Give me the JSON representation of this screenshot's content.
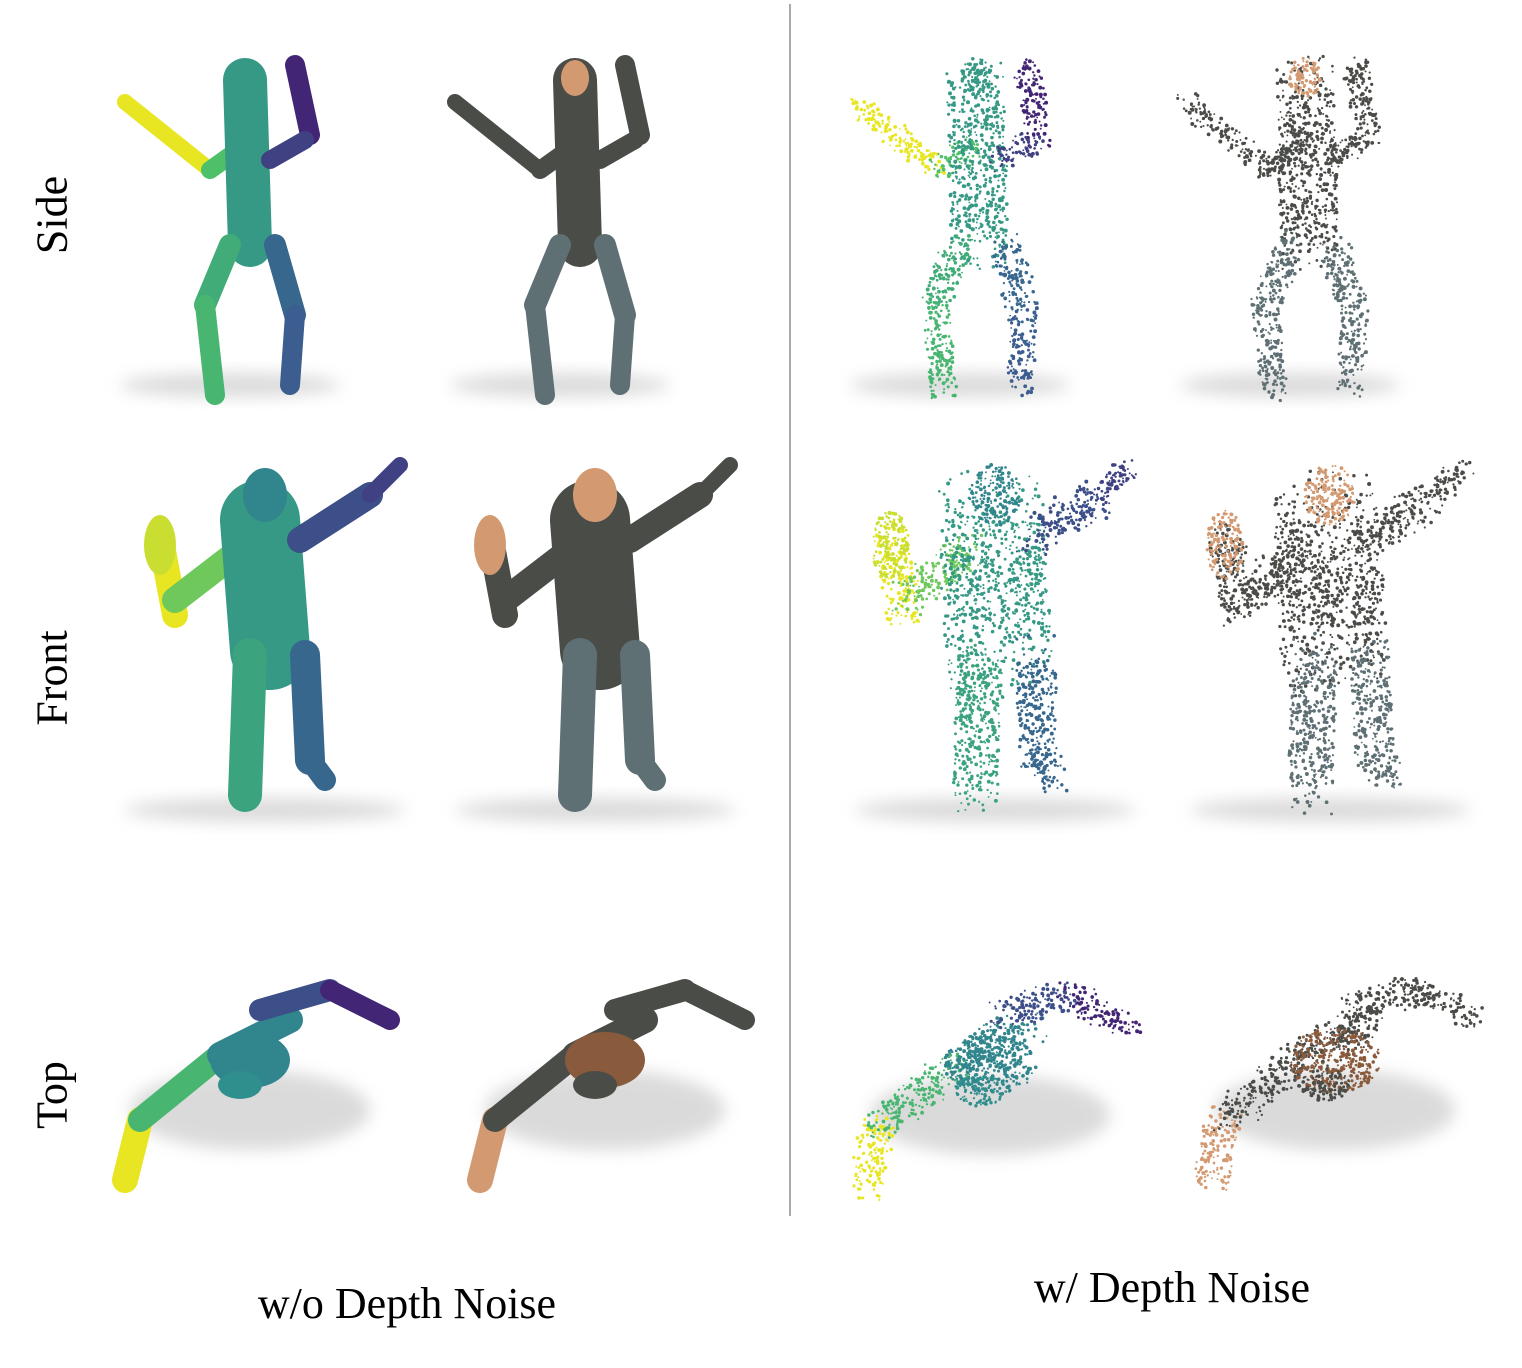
{
  "figure": {
    "row_labels": [
      "Side",
      "Front",
      "Top"
    ],
    "column_captions": [
      "w/o Depth Noise",
      "w/ Depth Noise"
    ],
    "panel_grid": {
      "rows": [
        "side",
        "front",
        "top"
      ],
      "columns": [
        "depth-colored-clean",
        "rgb-clean",
        "depth-colored-noisy",
        "rgb-noisy"
      ]
    },
    "colors": {
      "viridis_yellow": "#e8e622",
      "viridis_green": "#4fc06a",
      "viridis_teal": "#2e8f8c",
      "viridis_blue": "#3b5d8f",
      "viridis_purple": "#45176e",
      "jacket": "#4a4c47",
      "jeans": "#5f7075",
      "skin": "#d39a72",
      "shirt": "#8a5a3c",
      "shadow": "#bdbdbd",
      "divider": "#a9a9a9"
    }
  }
}
